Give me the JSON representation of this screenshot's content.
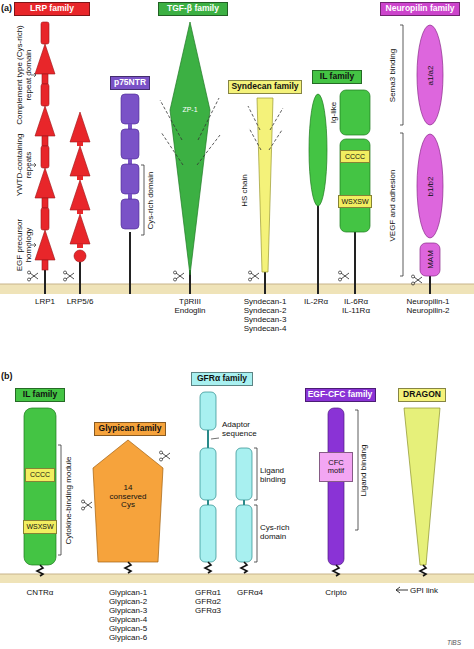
{
  "diagram": {
    "nodes": [
      {
        "text": [
          "LRP family"
        ]
      },
      {
        "text": [
          "TGF-β family"
        ]
      },
      {
        "text": [
          "ZP-1"
        ]
      },
      {
        "text": [
          "Neuropilin family"
        ]
      },
      {
        "text": [
          "p75NTR"
        ]
      },
      {
        "text": [
          "Syndecan family"
        ]
      },
      {
        "text": [
          "IL family"
        ]
      },
      {
        "text": [
          "CCCC"
        ]
      },
      {
        "text": [
          "WSXSW"
        ]
      },
      {
        "text": [
          "IL family"
        ]
      },
      {
        "text": [
          "CCCC"
        ]
      },
      {
        "text": [
          "WSXSW"
        ]
      },
      {
        "text": [
          "GFRα family"
        ]
      },
      {
        "text": [
          "Glypican family"
        ]
      },
      {
        "text": [
          "14 conserved Cys"
        ]
      },
      {
        "text": [
          "EGF-CFC family"
        ]
      },
      {
        "text": [
          "CFC motif"
        ]
      },
      {
        "text": [
          "DRAGON"
        ]
      }
    ],
    "labels": [
      "(a)",
      "Complement type (Cys-rich) repeat domain",
      "YWTD-containing repeats",
      "EGF precursor homology",
      "Cys-rich domain",
      "HS chain",
      "Ig-like",
      "Sema3 binding",
      "VEGF and adhesion",
      "a1/a2",
      "b1/b2",
      "MAM",
      "LRP1",
      "LRP5/6",
      "TβRIII",
      "Endoglin",
      "Syndecan-1",
      "Syndecan-2",
      "Syndecan-3",
      "Syndecan-4",
      "IL-2Rα",
      "IL-6Rα",
      "IL-11Rα",
      "Neuropilin-1",
      "Neuropilin-2",
      "(b)",
      "Cytokine-binding module",
      "Adaptor sequence",
      "Ligand binding",
      "Cys-rich domain",
      "Ligand binding",
      "GPI link",
      "CNTRα",
      "Glypican-1",
      "Glypican-2",
      "Glypican-3",
      "Glypican-4",
      "Glypican-5",
      "Glypican-6",
      "GFRα1",
      "GFRα2",
      "GFRα3",
      "GFRα4",
      "Cripto",
      "TiBS"
    ]
  }
}
